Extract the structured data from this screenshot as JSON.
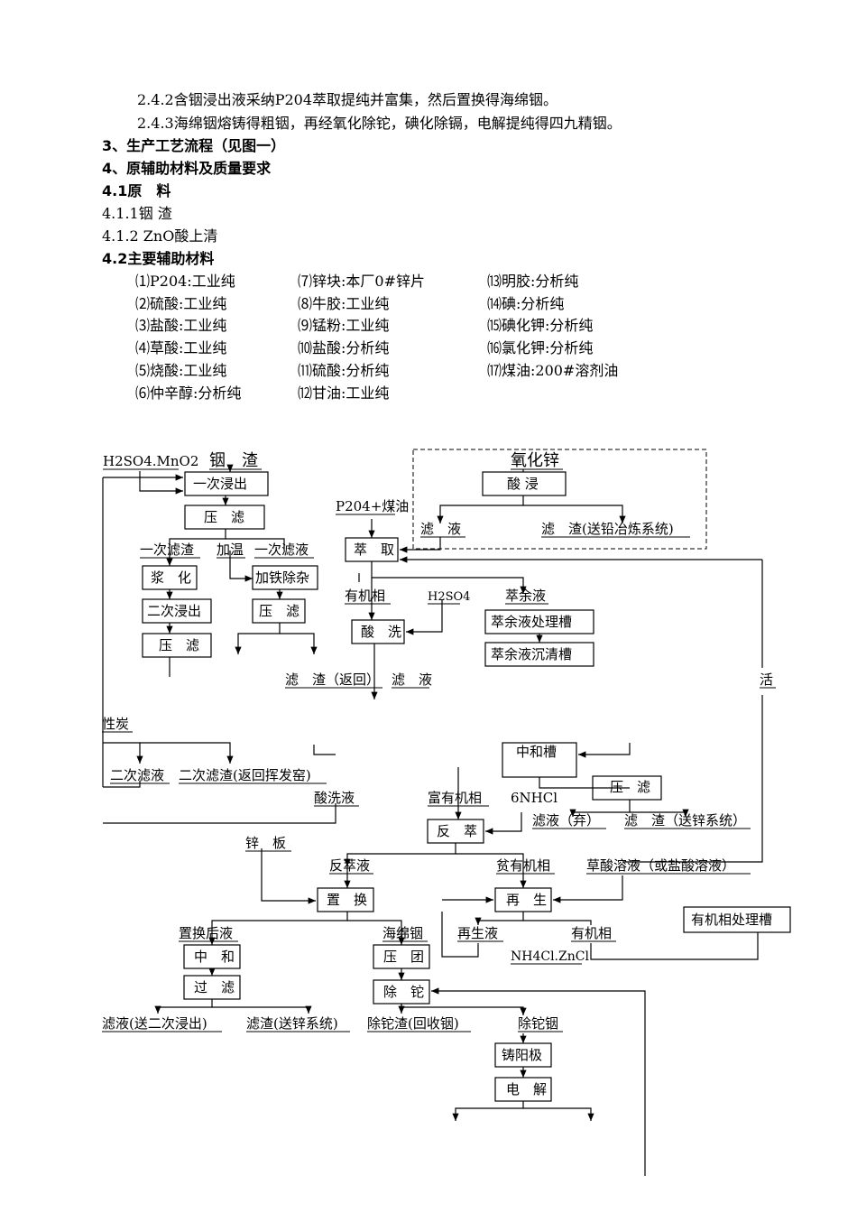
{
  "text": {
    "l1": "2.4.2含铟浸出液采纳P204萃取提纯并富集，然后置换得海绵铟。",
    "l2": "2.4.3海绵铟熔铸得粗铟，再经氧化除铊，碘化除镉，电解提纯得四九精铟。",
    "h3": "3、生产工艺流程（见图一）",
    "h4": "4、原辅助材料及质量要求",
    "h41": "4.1原　料",
    "l411": "4.1.1铟 渣",
    "l412": "4.1.2 ZnO酸上清",
    "h42": "4.2主要辅助材料"
  },
  "materials": [
    "⑴P204:工业纯",
    "⑺锌块:本厂0#锌片",
    "⒀明胶:分析纯",
    "⑵硫酸:工业纯",
    "⑻牛胶:工业纯",
    "⒁碘:分析纯",
    "⑶盐酸:工业纯",
    "⑼锰粉:工业纯",
    "⒂碘化钾:分析纯",
    "⑷草酸:工业纯",
    "⑽盐酸:分析纯",
    "⒃氯化钾:分析纯",
    "⑸烧酸:工业纯",
    "⑾硫酸:分析纯",
    "⒄煤油:200#溶剂油",
    "⑹仲辛醇:分析纯",
    "⑿甘油:工业纯",
    ""
  ],
  "flow": {
    "h2so4_mno2": "H2SO4.MnO2",
    "indium_slag": "铟　渣",
    "first_leach": "一次浸出",
    "filter_press": "压　滤",
    "first_residue": "一次滤渣",
    "heating": "加温",
    "first_filtrate": "一次滤液",
    "slurry": "浆　化",
    "iron_removal": "加铁除杂",
    "second_leach": "二次浸出",
    "press2": "压　滤",
    "press3": "压　滤",
    "activated_carbon_a": "活",
    "activated_carbon_b": "性炭",
    "second_filtrate": "二次滤液",
    "second_residue": "二次滤渣(返回挥发窑)",
    "zinc_oxide": "氧化锌",
    "acid_leach": "酸 浸",
    "zno_filtrate": "滤　液",
    "zno_residue": "滤　渣(送铅冶炼系统)",
    "p204_kerosene": "P204+煤油",
    "extraction": "萃　取",
    "organic_phase": "有机相",
    "h2so4": "H2SO4",
    "raffinate": "萃余液",
    "acid_wash": "酸　洗",
    "raffinate_tank": "萃余液处理槽",
    "raffinate_settle": "萃余液沉清槽",
    "residue_return": "滤　渣（返回）",
    "filtrate": "滤　液",
    "neutral_tank": "中和槽",
    "press4": "压　滤",
    "acid_wash_liquid": "酸洗液",
    "rich_organic": "富有机相",
    "hcl6n": "6NHCl",
    "stripping": "反　萃",
    "filtrate_discard": "滤液（弃）",
    "residue_zinc": "滤　渣（送锌系统）",
    "zinc_plate": "锌　板",
    "strip_liquor": "反萃液",
    "lean_organic": "贫有机相",
    "oxalic": "草酸溶液（或盐酸溶液）",
    "displacement": "置　换",
    "regen": "再　生",
    "organic_tank": "有机相处理槽",
    "after_displace": "置换后液",
    "sponge_indium": "海绵铟",
    "regen_liquid": "再生液",
    "organic2": "有机相",
    "neutralize": "中　和",
    "press_block": "压　团",
    "nh4cl": "NH4Cl.ZnCl",
    "filter": "过　滤",
    "tl_removal": "除　铊",
    "to_second_leach": "滤液(送二次浸出)",
    "to_zinc": "滤渣(送锌系统)",
    "tl_residue": "除铊渣(回收铟)",
    "tl_free_indium": "除铊铟",
    "cast_anode": "铸阳极",
    "electrolysis": "电　解"
  }
}
